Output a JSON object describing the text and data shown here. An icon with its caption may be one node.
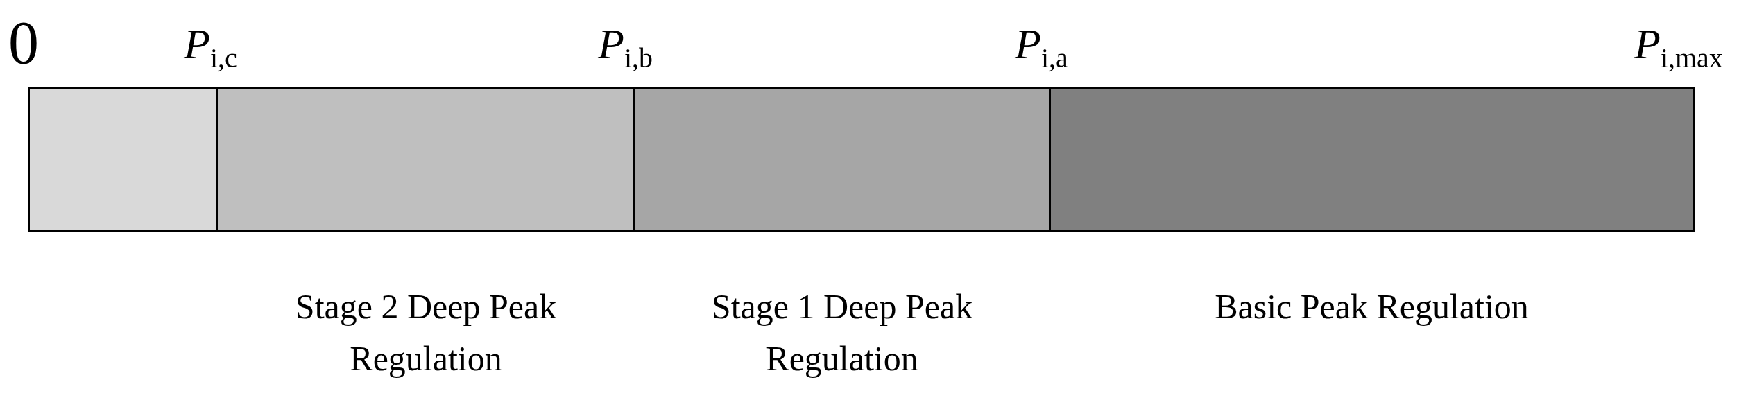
{
  "diagram": {
    "nodes": [
      {
        "text": [],
        "shape": "box"
      },
      {
        "text": [],
        "shape": "box",
        "beside": [
          "Stage 2 Deep Peak Regulation"
        ]
      },
      {
        "text": [],
        "shape": "box",
        "beside": [
          "Stage 1 Deep Peak Regulation"
        ]
      },
      {
        "text": [],
        "shape": "box",
        "beside": [
          "Basic Peak Regulation"
        ]
      }
    ],
    "labels": [
      "0",
      "*P*$_{i,c}$",
      "*P*$_{i,b}$",
      "*P*$_{i,a}$",
      "*P*$_{i,max}$"
    ]
  }
}
